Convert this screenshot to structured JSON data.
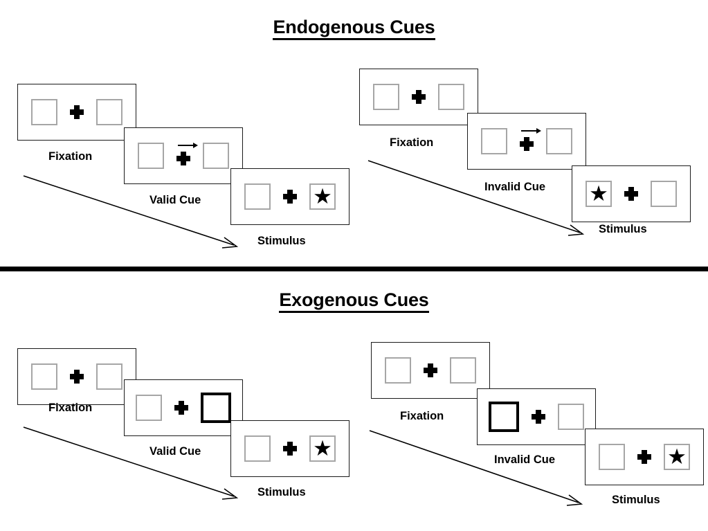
{
  "sections": [
    {
      "id": "endogenous",
      "title": "Endogenous Cues",
      "groups": [
        {
          "id": "endogenous-valid",
          "condition_label": "Valid Cue",
          "panels": [
            {
              "stage": "fixation",
              "caption": "Fixation",
              "left_box": "empty",
              "right_box": "empty",
              "cue": "none",
              "target_side": "none"
            },
            {
              "stage": "cue",
              "caption": "Valid Cue",
              "left_box": "empty",
              "right_box": "empty",
              "cue": "arrow-right",
              "target_side": "none"
            },
            {
              "stage": "stimulus",
              "caption": "Stimulus",
              "left_box": "empty",
              "right_box": "star",
              "cue": "none",
              "target_side": "right"
            }
          ]
        },
        {
          "id": "endogenous-invalid",
          "condition_label": "Invalid Cue",
          "panels": [
            {
              "stage": "fixation",
              "caption": "Fixation",
              "left_box": "empty",
              "right_box": "empty",
              "cue": "none",
              "target_side": "none"
            },
            {
              "stage": "cue",
              "caption": "Invalid Cue",
              "left_box": "empty",
              "right_box": "empty",
              "cue": "arrow-right",
              "target_side": "none"
            },
            {
              "stage": "stimulus",
              "caption": "Stimulus",
              "left_box": "star",
              "right_box": "empty",
              "cue": "none",
              "target_side": "left"
            }
          ]
        }
      ]
    },
    {
      "id": "exogenous",
      "title": "Exogenous Cues",
      "groups": [
        {
          "id": "exogenous-valid",
          "condition_label": "Valid Cue",
          "panels": [
            {
              "stage": "fixation",
              "caption": "Fixation",
              "left_box": "empty",
              "right_box": "empty",
              "cue": "none",
              "target_side": "none"
            },
            {
              "stage": "cue",
              "caption": "Valid Cue",
              "left_box": "empty",
              "right_box": "bold",
              "cue": "box-flash-right",
              "target_side": "none"
            },
            {
              "stage": "stimulus",
              "caption": "Stimulus",
              "left_box": "empty",
              "right_box": "star",
              "cue": "none",
              "target_side": "right"
            }
          ]
        },
        {
          "id": "exogenous-invalid",
          "condition_label": "Invalid Cue",
          "panels": [
            {
              "stage": "fixation",
              "caption": "Fixation",
              "left_box": "empty",
              "right_box": "empty",
              "cue": "none",
              "target_side": "none"
            },
            {
              "stage": "cue",
              "caption": "Invalid Cue",
              "left_box": "bold",
              "right_box": "empty",
              "cue": "box-flash-left",
              "target_side": "none"
            },
            {
              "stage": "stimulus",
              "caption": "Stimulus",
              "left_box": "empty",
              "right_box": "star",
              "cue": "none",
              "target_side": "right"
            }
          ]
        }
      ]
    }
  ],
  "glyphs": {
    "star": "★",
    "arrow_cue": "arrow-right-icon",
    "fixation": "fixation-cross-icon"
  },
  "time_arrows": {
    "label": "time-progression-arrow",
    "count": 4
  },
  "colors": {
    "ink": "#000000",
    "panel_border": "#1a1a1a",
    "box_border": "#a6a6a6",
    "cue_border": "#000000",
    "background": "#ffffff"
  }
}
